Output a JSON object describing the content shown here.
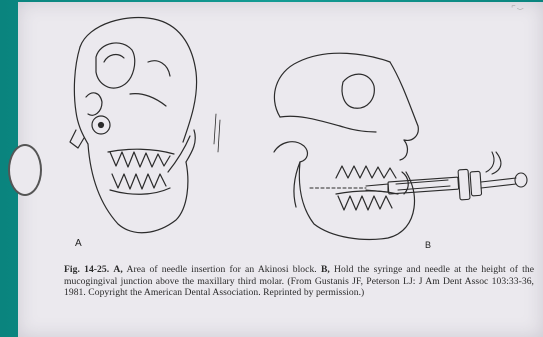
{
  "figure": {
    "label_a": "A",
    "label_b": "B"
  },
  "caption": {
    "fig_number": "Fig. 14-25.",
    "part_a_label": "A,",
    "part_a_text": "Area of needle insertion for an Akinosi block.",
    "part_b_label": "B,",
    "part_b_text": "Hold the syringe and needle at the height of the mucogingival junction above the maxillary third molar. (From Gustanis JF, Peterson LJ: J Am Dent Assoc 103:33-36, 1981. Copyright the American Dental Association. Reprinted by permission.)"
  },
  "colors": {
    "background": "#0c8c86",
    "paper": "#ebe9ee",
    "ink": "#2a2a2a"
  }
}
